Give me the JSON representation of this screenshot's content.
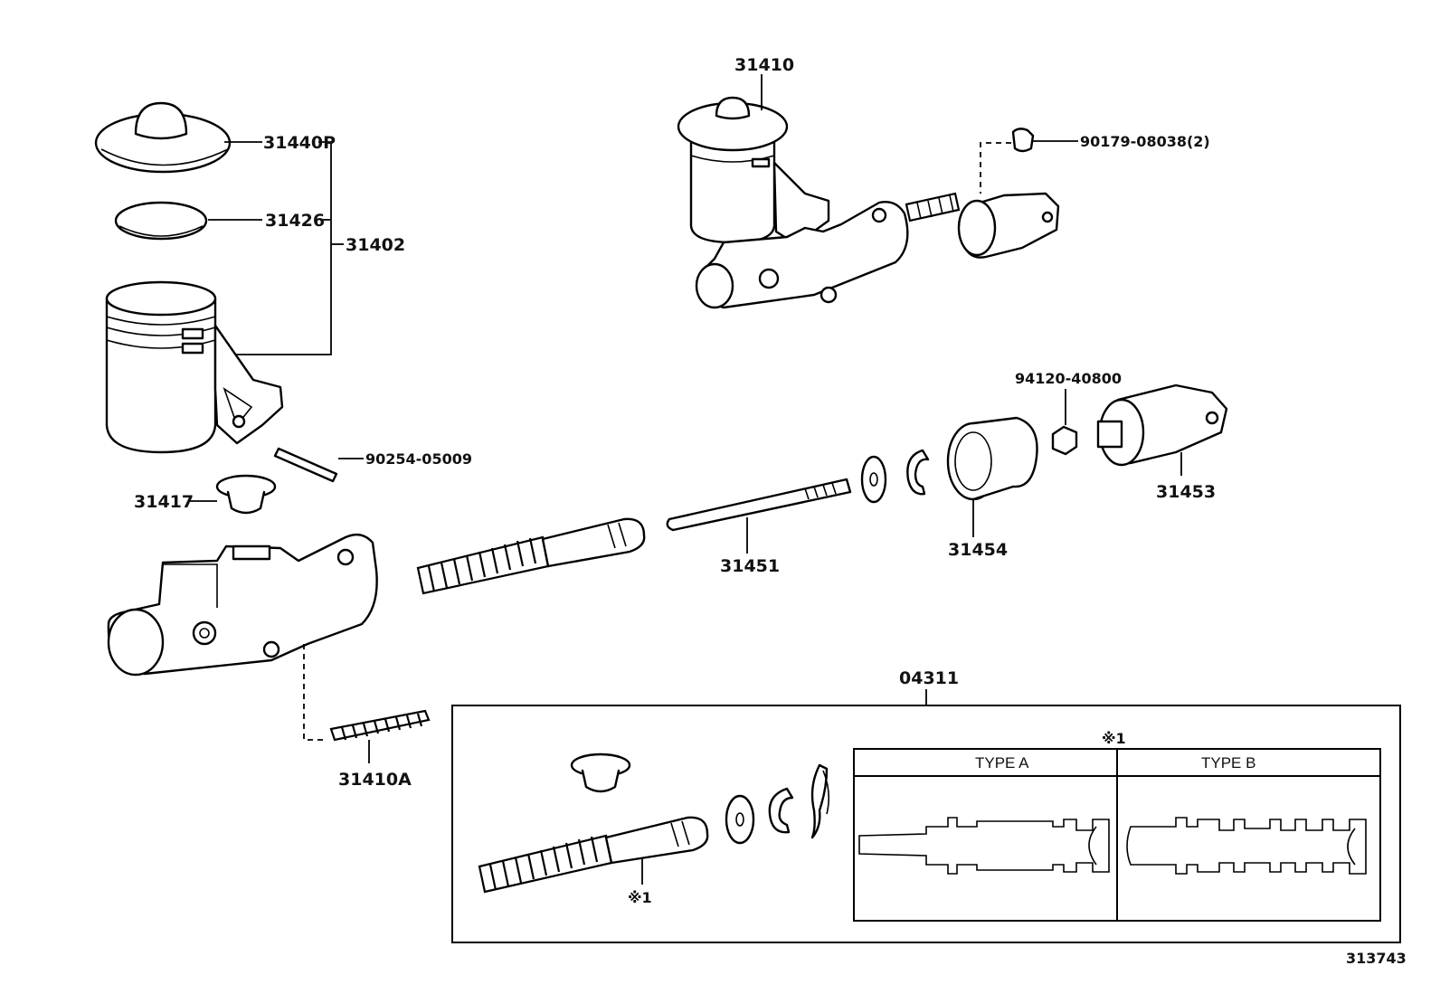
{
  "labels": {
    "p31440P": "31440P",
    "p31426": "31426",
    "p31402": "31402",
    "p90254": "90254-05009",
    "p31417": "31417",
    "p31410": "31410",
    "p90179": "90179-08038(2)",
    "p94120": "94120-40800",
    "p31453": "31453",
    "p31454": "31454",
    "p31451": "31451",
    "p31410A": "31410A",
    "p04311": "04311",
    "note1_box": "※1",
    "note1_part": "※1",
    "type_a": "TYPE A",
    "type_b": "TYPE B",
    "figure_id": "313743"
  }
}
